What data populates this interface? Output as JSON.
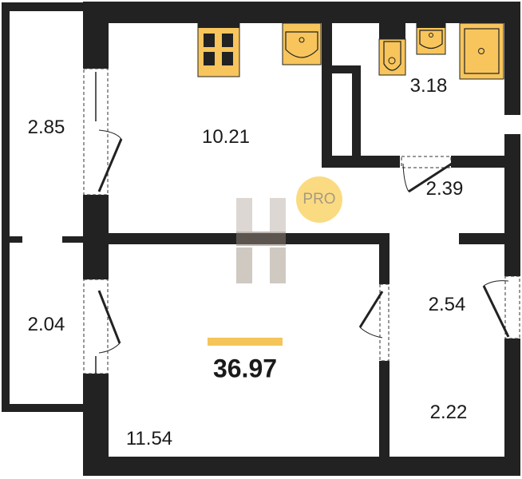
{
  "colors": {
    "wall": "#222222",
    "fixture": "#f7c55c",
    "accent_bar": "#f5c55a",
    "pro_badge": "#fbdb82"
  },
  "badge": {
    "label": "PRO"
  },
  "total_area": "36.97",
  "rooms": [
    {
      "name": "balcony-upper",
      "area": "2.85"
    },
    {
      "name": "kitchen",
      "area": "10.21"
    },
    {
      "name": "bathroom",
      "area": "3.18"
    },
    {
      "name": "hallway",
      "area": "2.39"
    },
    {
      "name": "balcony-lower",
      "area": "2.04"
    },
    {
      "name": "corridor",
      "area": "2.54"
    },
    {
      "name": "entrance",
      "area": "2.22"
    },
    {
      "name": "room",
      "area": "11.54"
    }
  ]
}
